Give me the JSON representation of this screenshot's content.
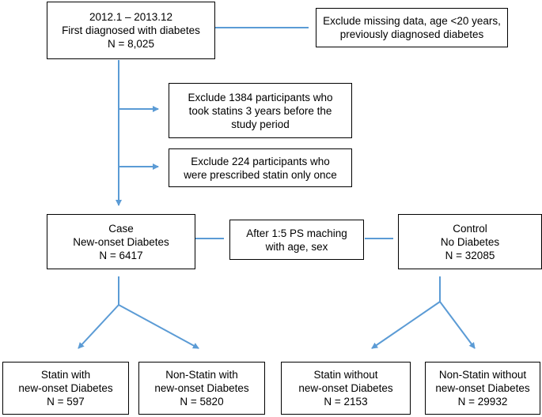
{
  "start": {
    "line1": "2012.1 – 2013.12",
    "line2": "First diagnosed with diabetes",
    "line3": "N = 8,025"
  },
  "exclude_main": {
    "line1": "Exclude missing data, age <20 years,",
    "line2": "previously diagnosed diabetes"
  },
  "exclude_statins": {
    "line1": "Exclude 1384 participants who",
    "line2": "took statins 3 years before the",
    "line3": "study period"
  },
  "exclude_once": {
    "line1": "Exclude 224 participants who",
    "line2": "were prescribed statin only once"
  },
  "case": {
    "line1": "Case",
    "line2": "New-onset Diabetes",
    "line3": "N = 6417"
  },
  "matching": {
    "line1": "After 1:5 PS maching",
    "line2": "with age, sex"
  },
  "control": {
    "line1": "Control",
    "line2": "No Diabetes",
    "line3": "N = 32085"
  },
  "group_statin_dm": {
    "line1": "Statin with",
    "line2": "new-onset Diabetes",
    "line3": "N = 597"
  },
  "group_nonstatin_dm": {
    "line1": "Non-Statin with",
    "line2": "new-onset Diabetes",
    "line3": "N = 5820"
  },
  "group_statin_nodm": {
    "line1": "Statin without",
    "line2": "new-onset Diabetes",
    "line3": "N = 2153"
  },
  "group_nonstatin_nodm": {
    "line1": "Non-Statin without",
    "line2": "new-onset Diabetes",
    "line3": "N = 29932"
  },
  "colors": {
    "connector": "#5b9bd5",
    "border": "#000000"
  }
}
